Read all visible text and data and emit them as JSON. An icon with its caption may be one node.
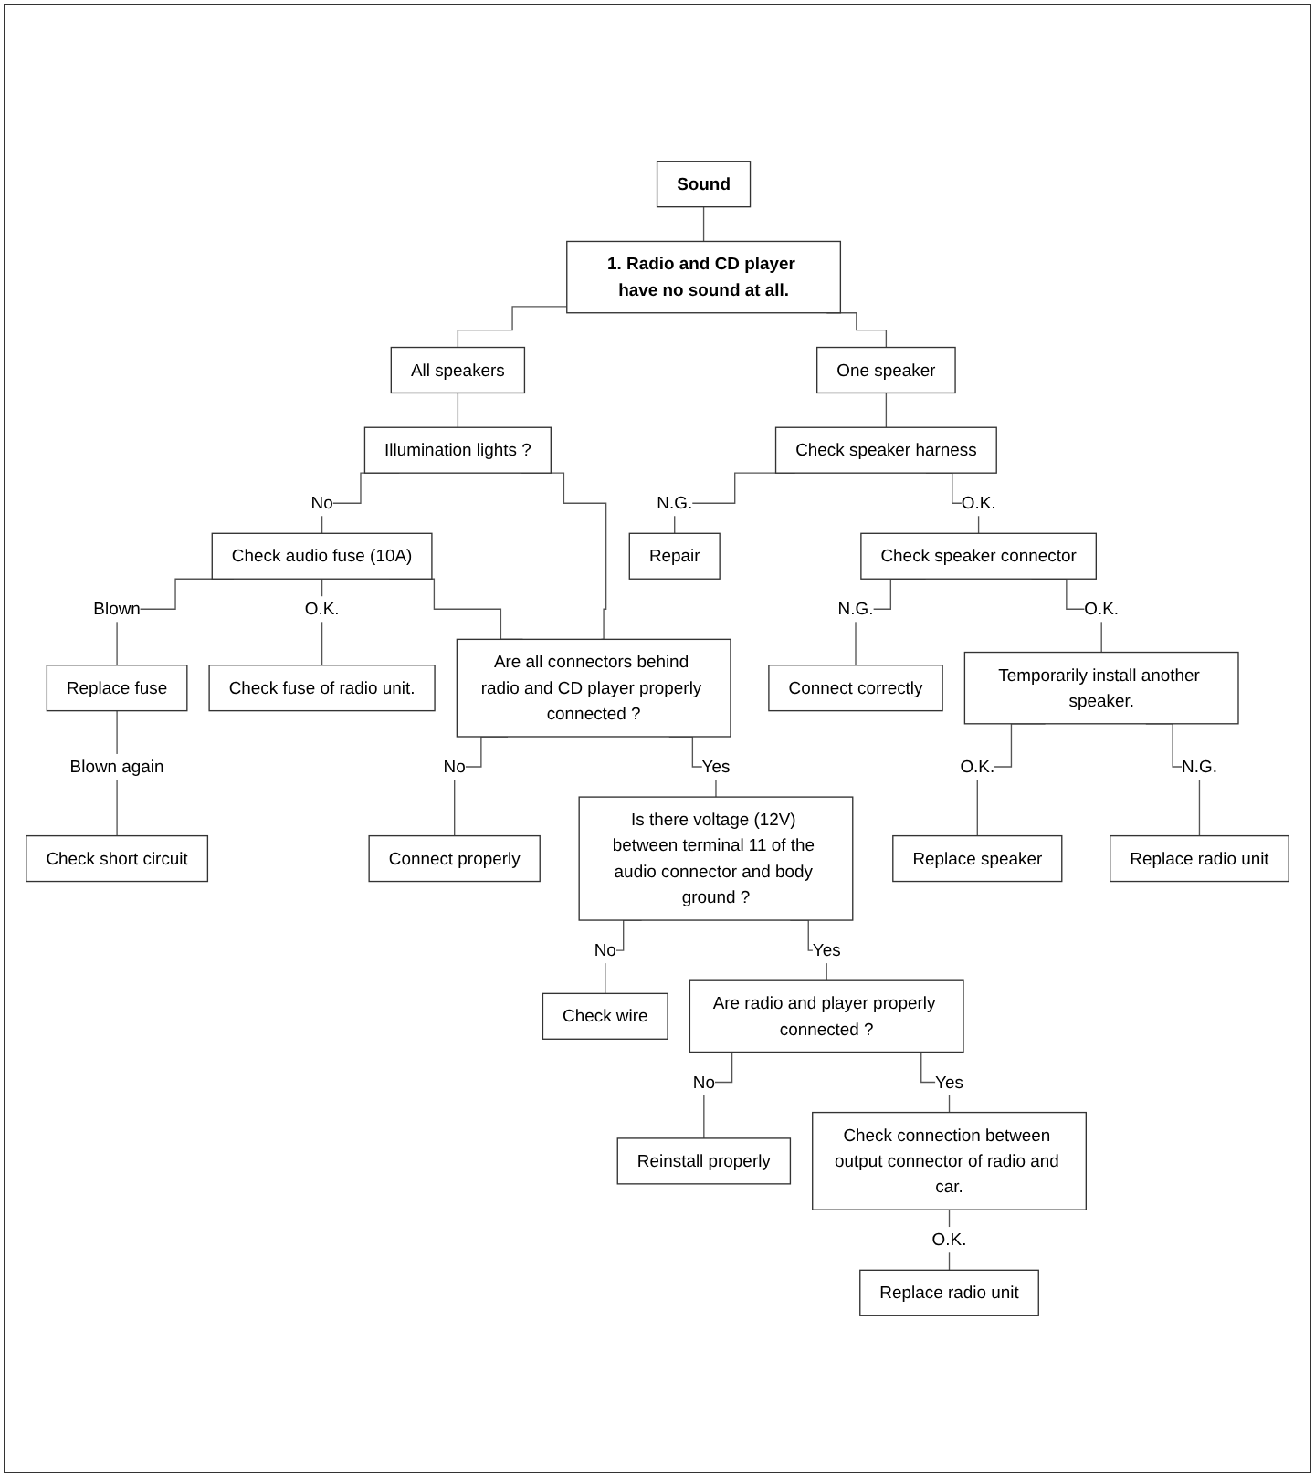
{
  "diagram": {
    "nodes": [
      {
        "text": [
          "Sound"
        ]
      },
      {
        "text": [
          "1. Radio and CD player have no sound at all."
        ]
      },
      {
        "text": [
          "All speakers"
        ]
      },
      {
        "text": [
          "One speaker"
        ]
      },
      {
        "text": [
          "Illumination lights ?"
        ]
      },
      {
        "text": [
          "Check speaker harness"
        ]
      },
      {
        "text": [
          "Repair"
        ]
      },
      {
        "text": [
          "Check audio fuse (10A)"
        ]
      },
      {
        "text": [
          "Replace fuse"
        ]
      },
      {
        "text": [
          "Check short circuit"
        ]
      },
      {
        "text": [
          "Check fuse of radio unit."
        ]
      },
      {
        "text": [
          "Check speaker connector"
        ]
      },
      {
        "text": [
          "Are all connectors behind radio and CD player properly connected ?"
        ]
      },
      {
        "text": [
          "Connect properly"
        ]
      },
      {
        "text": [
          "Connect correctly"
        ]
      },
      {
        "text": [
          "Temporarily install another speaker."
        ]
      },
      {
        "text": [
          "Is there voltage (12V) between terminal 11 of the audio connector and body ground ?"
        ]
      },
      {
        "text": [
          "Check wire"
        ]
      },
      {
        "text": [
          "Replace speaker"
        ]
      },
      {
        "text": [
          "Replace radio unit"
        ]
      },
      {
        "text": [
          "Are radio and player properly connected ?"
        ]
      },
      {
        "text": [
          "Reinstall properly"
        ]
      },
      {
        "text": [
          "Check connection between output connector of radio and car."
        ]
      },
      {
        "text": [
          "Replace radio unit"
        ]
      }
    ],
    "edges": [
      {
        "from": 0,
        "to": 1,
        "arrow": "none"
      },
      {
        "from": 1,
        "to": 2,
        "arrow": "none"
      },
      {
        "from": 1,
        "to": 3,
        "arrow": "none"
      },
      {
        "from": 2,
        "to": 4,
        "arrow": "none"
      },
      {
        "from": 4,
        "to": 7,
        "arrow": "none",
        "label": "No"
      },
      {
        "from": 4,
        "to": 12,
        "arrow": "none"
      },
      {
        "from": 7,
        "to": 8,
        "arrow": "none",
        "label": "Blown"
      },
      {
        "from": 8,
        "to": 9,
        "arrow": "none",
        "label": "Blown again"
      },
      {
        "from": 7,
        "to": 10,
        "arrow": "none",
        "label": "O.K."
      },
      {
        "from": 7,
        "to": 12,
        "arrow": "none"
      },
      {
        "from": 12,
        "to": 13,
        "arrow": "none",
        "label": "No"
      },
      {
        "from": 12,
        "to": 16,
        "arrow": "none",
        "label": "Yes"
      },
      {
        "from": 16,
        "to": 17,
        "arrow": "none",
        "label": "No"
      },
      {
        "from": 16,
        "to": 20,
        "arrow": "none",
        "label": "Yes"
      },
      {
        "from": 20,
        "to": 21,
        "arrow": "none",
        "label": "No"
      },
      {
        "from": 20,
        "to": 22,
        "arrow": "none",
        "label": "Yes"
      },
      {
        "from": 22,
        "to": 23,
        "arrow": "none",
        "label": "O.K."
      },
      {
        "from": 3,
        "to": 5,
        "arrow": "none"
      },
      {
        "from": 5,
        "to": 6,
        "arrow": "none",
        "label": "N.G."
      },
      {
        "from": 5,
        "to": 11,
        "arrow": "none",
        "label": "O.K."
      },
      {
        "from": 11,
        "to": 14,
        "arrow": "none",
        "label": "N.G."
      },
      {
        "from": 11,
        "to": 15,
        "arrow": "none",
        "label": "O.K."
      },
      {
        "from": 15,
        "to": 18,
        "arrow": "none",
        "label": "O.K."
      },
      {
        "from": 15,
        "to": 19,
        "arrow": "none",
        "label": "N.G."
      }
    ]
  }
}
